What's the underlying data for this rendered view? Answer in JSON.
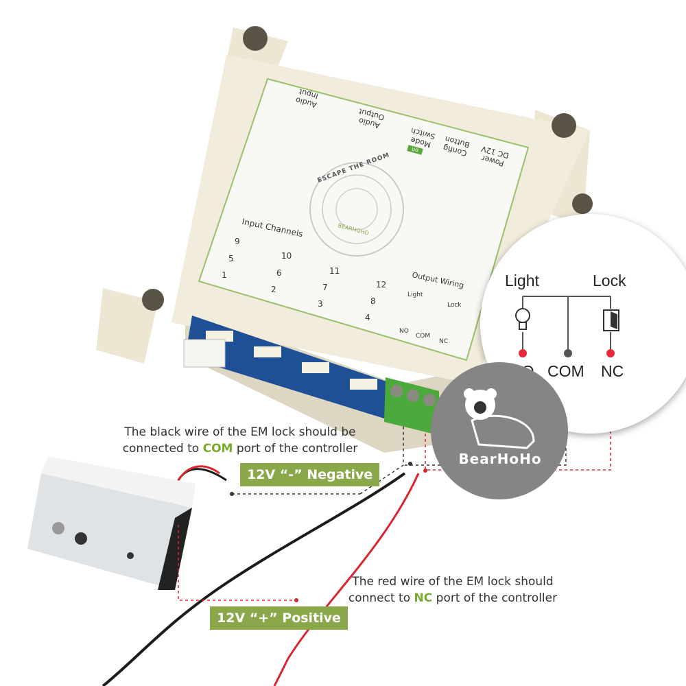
{
  "panel": {
    "port_labels": [
      "Audio Input",
      "Audio Output",
      "Mode Switch",
      "Config Button",
      "Power DC 12V"
    ],
    "switch_label": "on",
    "brand_arc": "ESCAPE THE ROOM",
    "brand_small": "BEARHOHO",
    "input_channels_title": "Input Channels",
    "channels": [
      "9",
      "10",
      "11",
      "12",
      "5",
      "6",
      "7",
      "8",
      "1",
      "2",
      "3",
      "4"
    ],
    "output_wiring": {
      "title": "Output Wiring",
      "light": "Light",
      "lock": "Lock",
      "no": "NO",
      "com": "COM",
      "nc": "NC"
    }
  },
  "zoom": {
    "light": "Light",
    "lock": "Lock",
    "no": "NO",
    "com": "COM",
    "nc": "NC",
    "colors": {
      "no_dot": "#e8263c",
      "com_dot": "#555555",
      "nc_dot": "#e8263c"
    }
  },
  "logo": {
    "text": "BearHoHo"
  },
  "annotations": {
    "black_wire_line1": "The black wire of the EM lock should be",
    "black_wire_line2_pre": "connected to ",
    "black_wire_port": "COM",
    "black_wire_line2_post": " port of the controller",
    "red_wire_line1": "The red wire of the EM lock should",
    "red_wire_line2_pre": "connect to ",
    "red_wire_port": "NC",
    "red_wire_line2_post": " port of the controller",
    "negative_tag": "12V “-” Negative",
    "positive_tag": "12V “+” Positive"
  },
  "colors": {
    "tag_green": "#8aa84a",
    "highlight_green": "#7aaa2c",
    "red_wire": "#d9262e",
    "black_wire": "#1c1c1c"
  }
}
